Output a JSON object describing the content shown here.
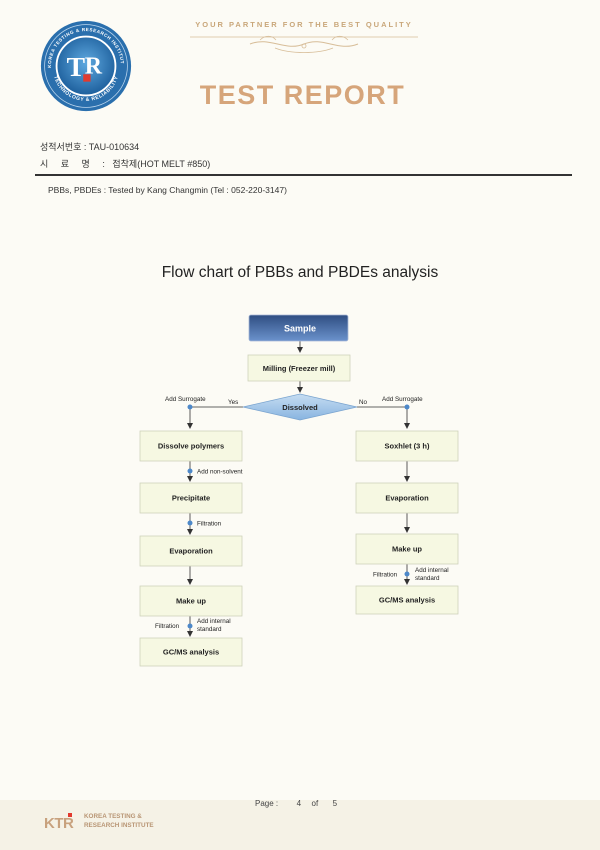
{
  "header": {
    "tagline": "YOUR PARTNER FOR THE BEST QUALITY",
    "title": "TEST REPORT",
    "seal_text": "KOREA TESTING & RESEARCH INSTITUTE · TECHNOLOGY & RELIABILITY"
  },
  "fields": [
    {
      "label": "성적서번호 :",
      "value": "TAU-010634"
    },
    {
      "label": "시 료 명 :",
      "value": "접착제(HOT MELT #850)"
    }
  ],
  "tester_line": "PBBs, PBDEs : Tested by Kang Changmin (Tel : 052-220-3147)",
  "flow_chart": {
    "title": "Flow chart of PBBs and PBDEs analysis",
    "nodes": {
      "sample": "Sample",
      "milling": "Milling (Freezer mill)",
      "decision": "Dissolved",
      "dissolve_polymers": "Dissolve polymers",
      "precipitate": "Precipitate",
      "evaporation_left": "Evaporation",
      "make_up_left": "Make up",
      "gcms_left": "GC/MS analysis",
      "soxhlet": "Soxhlet (3 h)",
      "evaporation_right": "Evaporation",
      "make_up_right": "Make up",
      "gcms_right": "GC/MS analysis"
    },
    "annotations": {
      "yes": "Yes",
      "no": "No",
      "add_surrogate_left": "Add Surrogate",
      "add_surrogate_right": "Add Surrogate",
      "add_non_solvent": "Add non-solvent",
      "filtration_left_1": "Filtration",
      "filtration_left_2": "Filtration",
      "add_internal_left_1": "Add internal",
      "add_internal_left_2": "standard",
      "filtration_right": "Filtration",
      "add_internal_right_1": "Add internal",
      "add_internal_right_2": "standard"
    }
  },
  "footer": {
    "page_label": "Page :",
    "page_current": "4",
    "page_of": "of",
    "page_total": "5",
    "logo_text": "KTR",
    "org_line1": "KOREA TESTING &",
    "org_line2": "RESEARCH INSTITUTE"
  },
  "colors": {
    "title_color": "#d6a57a",
    "box_fill": "#f6f8e2",
    "sample_box": "#4a6ea8",
    "decision_fill": "#9dc3e6",
    "dot_color": "#4d88c9"
  }
}
